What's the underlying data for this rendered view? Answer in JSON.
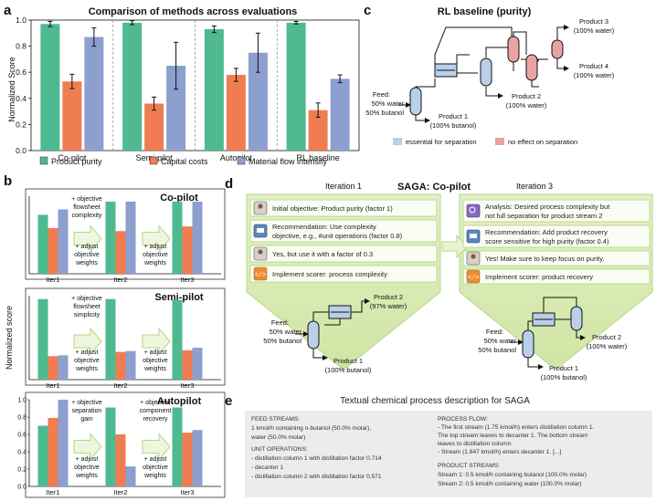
{
  "colors": {
    "purity": "#4fba8f",
    "capital": "#f07d52",
    "flow": "#8c9fcf",
    "blue": "#b9cfea",
    "red": "#e8a3a3"
  },
  "panel_a": {
    "letter": "a",
    "title": "Comparison of methods across evaluations",
    "ylabel": "Normalized Score"
  },
  "panel_b": {
    "letter": "b",
    "ylabel": "Normalized score"
  },
  "panel_c": {
    "letter": "c",
    "title": "RL baseline (purity)",
    "feed": [
      "Feed:",
      "50% water",
      "50% butanol"
    ],
    "p1": [
      "Product 1",
      "(100% butanol)"
    ],
    "p2": [
      "Product 2",
      "(100% water)"
    ],
    "p3": [
      "Product 3",
      "(100% water)"
    ],
    "p4": [
      "Product 4",
      "(100% water)"
    ],
    "legend_blue": "essential for separation",
    "legend_red": "no effect on separation"
  },
  "panel_d": {
    "letter": "d",
    "title": "SAGA: Co-pilot",
    "iter_left": "Iteration 1",
    "iter_right": "Iteration 3",
    "left_msgs": [
      "Initial objective: Product purity (factor 1)",
      "Recommendation:   Use   complexity",
      "objective, e.g., #unit operations (factor 0.8)",
      "Yes, but use it with a factor of 0.3",
      "Implement scorer: process complexity"
    ],
    "right_msgs": [
      "Analysis: Desired process complexity but",
      "not full separation for product stream 2",
      "Recommendation: Add product recovery",
      "score sensitive for high purity (factor 0.4)",
      "Yes! Make sure to keep focus on purity.",
      "Implement scorer: product recovery"
    ],
    "left_feed": [
      "Feed:",
      "50% water",
      "50% butanol"
    ],
    "left_p2": [
      "Product 2",
      "(97% water)"
    ],
    "left_p1": [
      "Product 1",
      "(100% butanol)"
    ],
    "right_feed": [
      "Feed:",
      "50% water",
      "50% butanol"
    ],
    "right_p2": [
      "Product 2",
      "(100% water)"
    ],
    "right_p1": [
      "Product 1",
      "(100% butanol)"
    ]
  },
  "panel_e": {
    "letter": "e",
    "title": "Textual chemical process description for SAGA",
    "left": [
      "FEED STREAMS:",
      "1  kmol/h  containing  n-butanol  (50.0%  molar),",
      "water (50.0% molar)",
      "UNIT OPERATIONS:",
      "- distillation column 1 with distillation factor 0.714",
      "- decanter 1",
      "- distillation column 2 with distillation factor 0.571"
    ],
    "right": [
      "PROCESS FLOW:",
      "- The first stream (1.75 kmol/h) enters distillation column 1.",
      "  The top stream leaves to decanter 1. The bottom stream",
      "  leaves to distillation column.",
      "- Stream (1.847 kmol/h) enters decanter 1. [...]",
      "PRODUCT STREAMS:",
      "Stream 1: 0.5 kmol/h containing butanol (100.0% molar)",
      "Stream 2: 0.5 kmol/h containing water (100.0% molar)"
    ]
  },
  "chart_data": [
    {
      "type": "bar",
      "title": "Comparison of methods across evaluations",
      "ylabel": "Normalized Score",
      "xlabel": "",
      "categories": [
        "Co-pilot",
        "Semi-pilot",
        "Autopilot",
        "RL baseline"
      ],
      "ylim": [
        0,
        1.0
      ],
      "yticks": [
        0,
        0.2,
        0.4,
        0.6,
        0.8,
        1.0
      ],
      "series": [
        {
          "name": "Product purity",
          "values": [
            0.97,
            0.98,
            0.93,
            0.98
          ],
          "errors": [
            0.02,
            0.015,
            0.025,
            0.01
          ]
        },
        {
          "name": "Capital costs",
          "values": [
            0.53,
            0.36,
            0.58,
            0.31
          ],
          "errors": [
            0.055,
            0.05,
            0.05,
            0.055
          ]
        },
        {
          "name": "Material flow intensity",
          "values": [
            0.87,
            0.65,
            0.75,
            0.55
          ],
          "errors": [
            0.07,
            0.18,
            0.15,
            0.03
          ]
        }
      ],
      "legend": "bottom"
    },
    {
      "type": "bar",
      "title": "Co-pilot",
      "ylabel": "Normalized score",
      "categories": [
        "Iter1",
        "Iter2",
        "Iter3"
      ],
      "ylim": [
        0,
        1
      ],
      "series": [
        {
          "name": "Product purity",
          "values": [
            0.76,
            0.93,
            0.93
          ]
        },
        {
          "name": "Capital costs",
          "values": [
            0.59,
            0.55,
            0.61
          ]
        },
        {
          "name": "Material flow intensity",
          "values": [
            0.83,
            0.93,
            0.93
          ]
        }
      ],
      "annotations": [
        "+ objective flowsheet complexity",
        "+ adjust objective weights",
        "+ adjust objective weights"
      ]
    },
    {
      "type": "bar",
      "title": "Semi-pilot",
      "ylabel": "Normalized score",
      "categories": [
        "Iter1",
        "Iter2",
        "Iter3"
      ],
      "ylim": [
        0,
        1
      ],
      "series": [
        {
          "name": "Product purity",
          "values": [
            0.96,
            0.96,
            0.95
          ]
        },
        {
          "name": "Capital costs",
          "values": [
            0.28,
            0.33,
            0.35
          ]
        },
        {
          "name": "Material flow intensity",
          "values": [
            0.29,
            0.34,
            0.38
          ]
        }
      ],
      "annotations": [
        "+ objective flowsheet simplicity",
        "+ adjust objective weights",
        "+ adjust objective weights"
      ]
    },
    {
      "type": "bar",
      "title": "Autopilot",
      "ylabel": "Normalized score",
      "categories": [
        "Iter1",
        "Iter2",
        "Iter3"
      ],
      "ylim": [
        0,
        1.0
      ],
      "yticks": [
        0,
        0.2,
        0.4,
        0.6,
        0.8,
        1.0
      ],
      "series": [
        {
          "name": "Product purity",
          "values": [
            0.7,
            0.91,
            0.91
          ]
        },
        {
          "name": "Capital costs",
          "values": [
            0.79,
            0.6,
            0.62
          ]
        },
        {
          "name": "Material flow intensity",
          "values": [
            1.0,
            0.23,
            0.65
          ]
        }
      ],
      "annotations": [
        "+ objective separation gain",
        "+ objective component recovery",
        "+ adjust objective weights",
        "+ adjust objective weights"
      ]
    }
  ]
}
